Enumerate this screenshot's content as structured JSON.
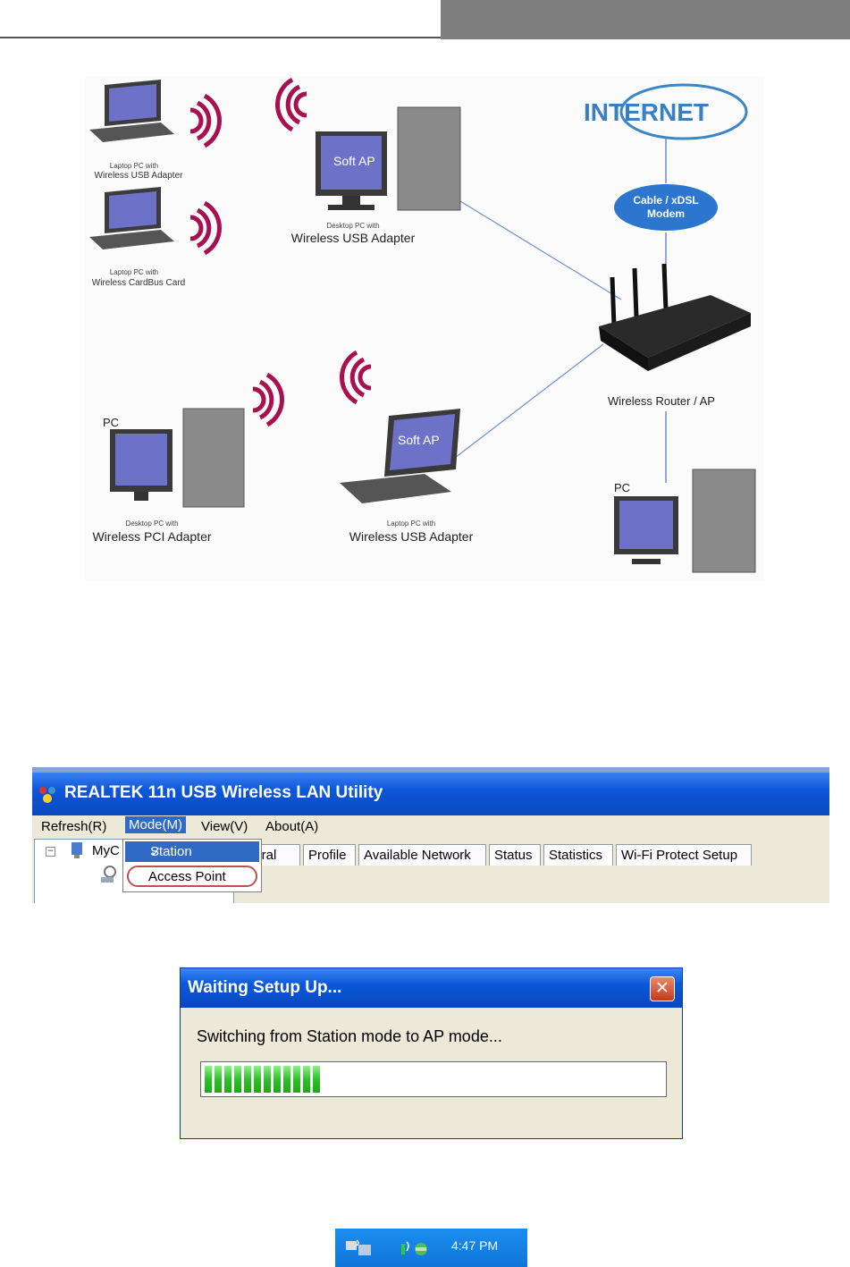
{
  "network_diagram": {
    "internet_label": "INTERNET",
    "modem_label_line1": "Cable / xDSL",
    "modem_label_line2": "Modem",
    "router_label": "Wireless Router / AP",
    "soft_ap_label": "Soft AP",
    "pc_label": "PC",
    "laptop1_line1": "Laptop PC with",
    "laptop1_line2": "Wireless USB Adapter",
    "laptop2_line1": "Laptop PC with",
    "laptop2_line2": "Wireless CardBus Card",
    "desktop_softap_line1": "Desktop PC with",
    "desktop_softap_line2": "Wireless USB Adapter",
    "desktop_pci_line1": "Desktop PC with",
    "desktop_pci_line2": "Wireless PCI Adapter",
    "laptop_softap_line1": "Laptop PC with",
    "laptop_softap_line2": "Wireless USB Adapter"
  },
  "utility_window": {
    "title": "REALTEK 11n USB Wireless LAN Utility",
    "menu": [
      "Refresh(R)",
      "Mode(M)",
      "View(V)",
      "About(A)"
    ],
    "tree_item": "MyC",
    "mode_menu": {
      "station": "Station",
      "access_point": "Access Point"
    },
    "tabs": [
      "neral",
      "Profile",
      "Available Network",
      "Status",
      "Statistics",
      "Wi-Fi Protect Setup"
    ]
  },
  "waiting_dialog": {
    "title": "Waiting Setup Up...",
    "message": "Switching from Station mode to AP mode...",
    "progress_blocks": 12,
    "progress_fraction": 0.27
  },
  "taskbar_tray": {
    "time": "4:47 PM"
  }
}
